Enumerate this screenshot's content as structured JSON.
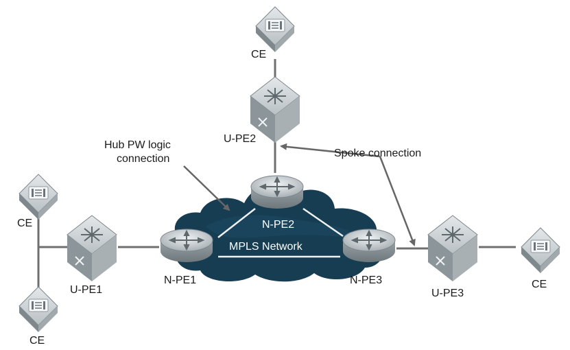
{
  "nodes": {
    "ce_top": "CE",
    "upe2": "U-PE2",
    "npe2": "N-PE2",
    "cloud": "MPLS Network",
    "ce_left_top": "CE",
    "ce_left_bottom": "CE",
    "upe1": "U-PE1",
    "npe1": "N-PE1",
    "npe3": "N-PE3",
    "upe3": "U-PE3",
    "ce_right": "CE"
  },
  "annotations": {
    "hub_pw": "Hub PW logic\nconnection",
    "spoke": "Spoke connection"
  },
  "colors": {
    "link": "#6f6f6f",
    "cloud": "#163d52",
    "device_top": "#c9ced1",
    "device_side": "#8a9297",
    "arrow": "#666666"
  }
}
